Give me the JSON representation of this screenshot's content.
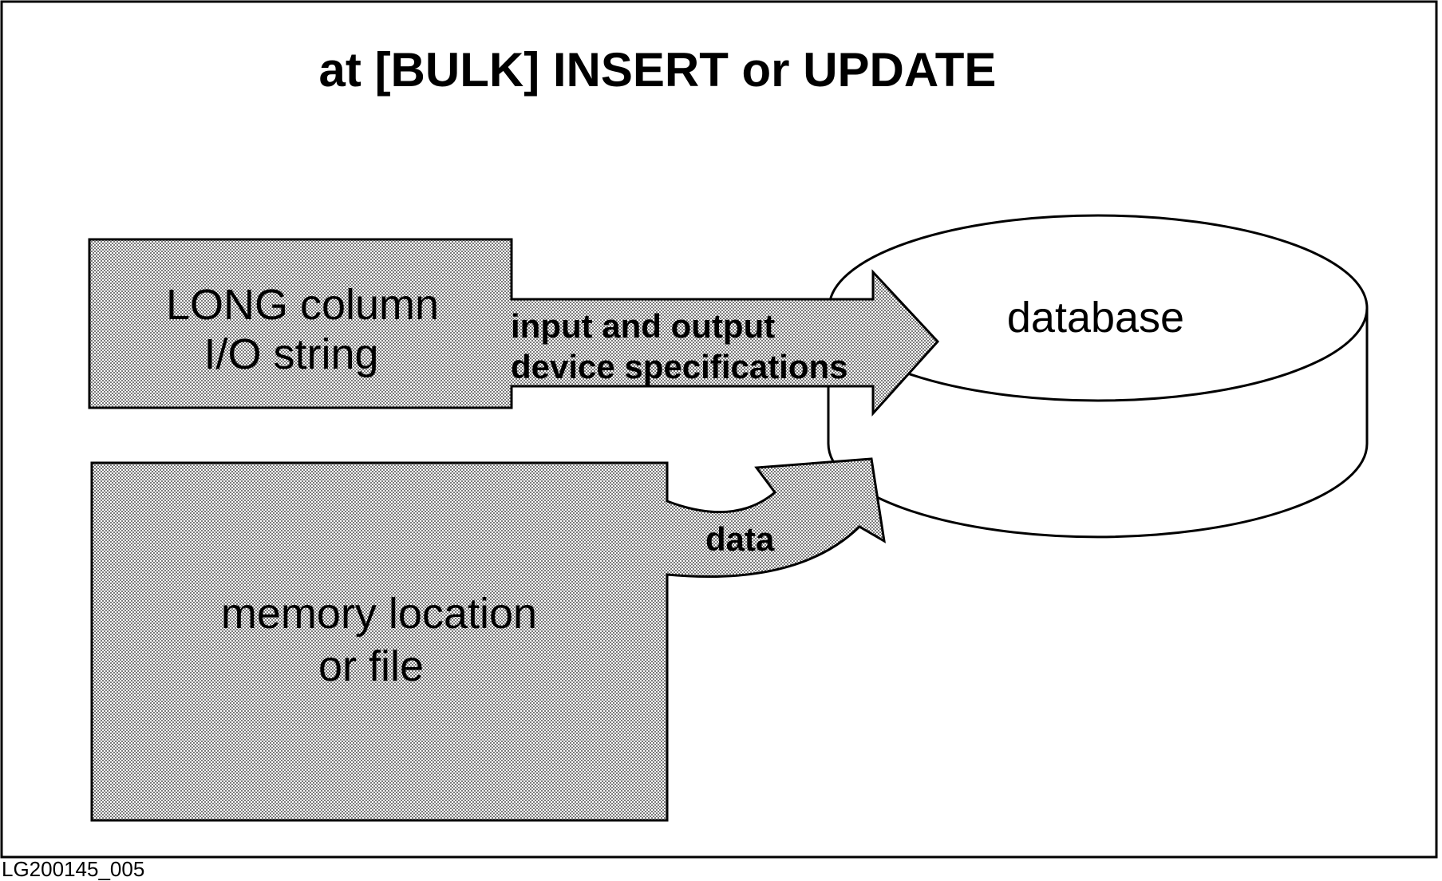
{
  "diagram": {
    "title": "at [BULK] INSERT or UPDATE",
    "long_column_box": {
      "line1": "LONG column",
      "line2": "I/O string"
    },
    "memory_box": {
      "line1": "memory location",
      "line2": "or file"
    },
    "spec_arrow": {
      "line1": "input and output",
      "line2": "device specifications"
    },
    "data_arrow": {
      "label": "data"
    },
    "database": {
      "label": "database"
    },
    "figure_id": "LG200145_005"
  }
}
